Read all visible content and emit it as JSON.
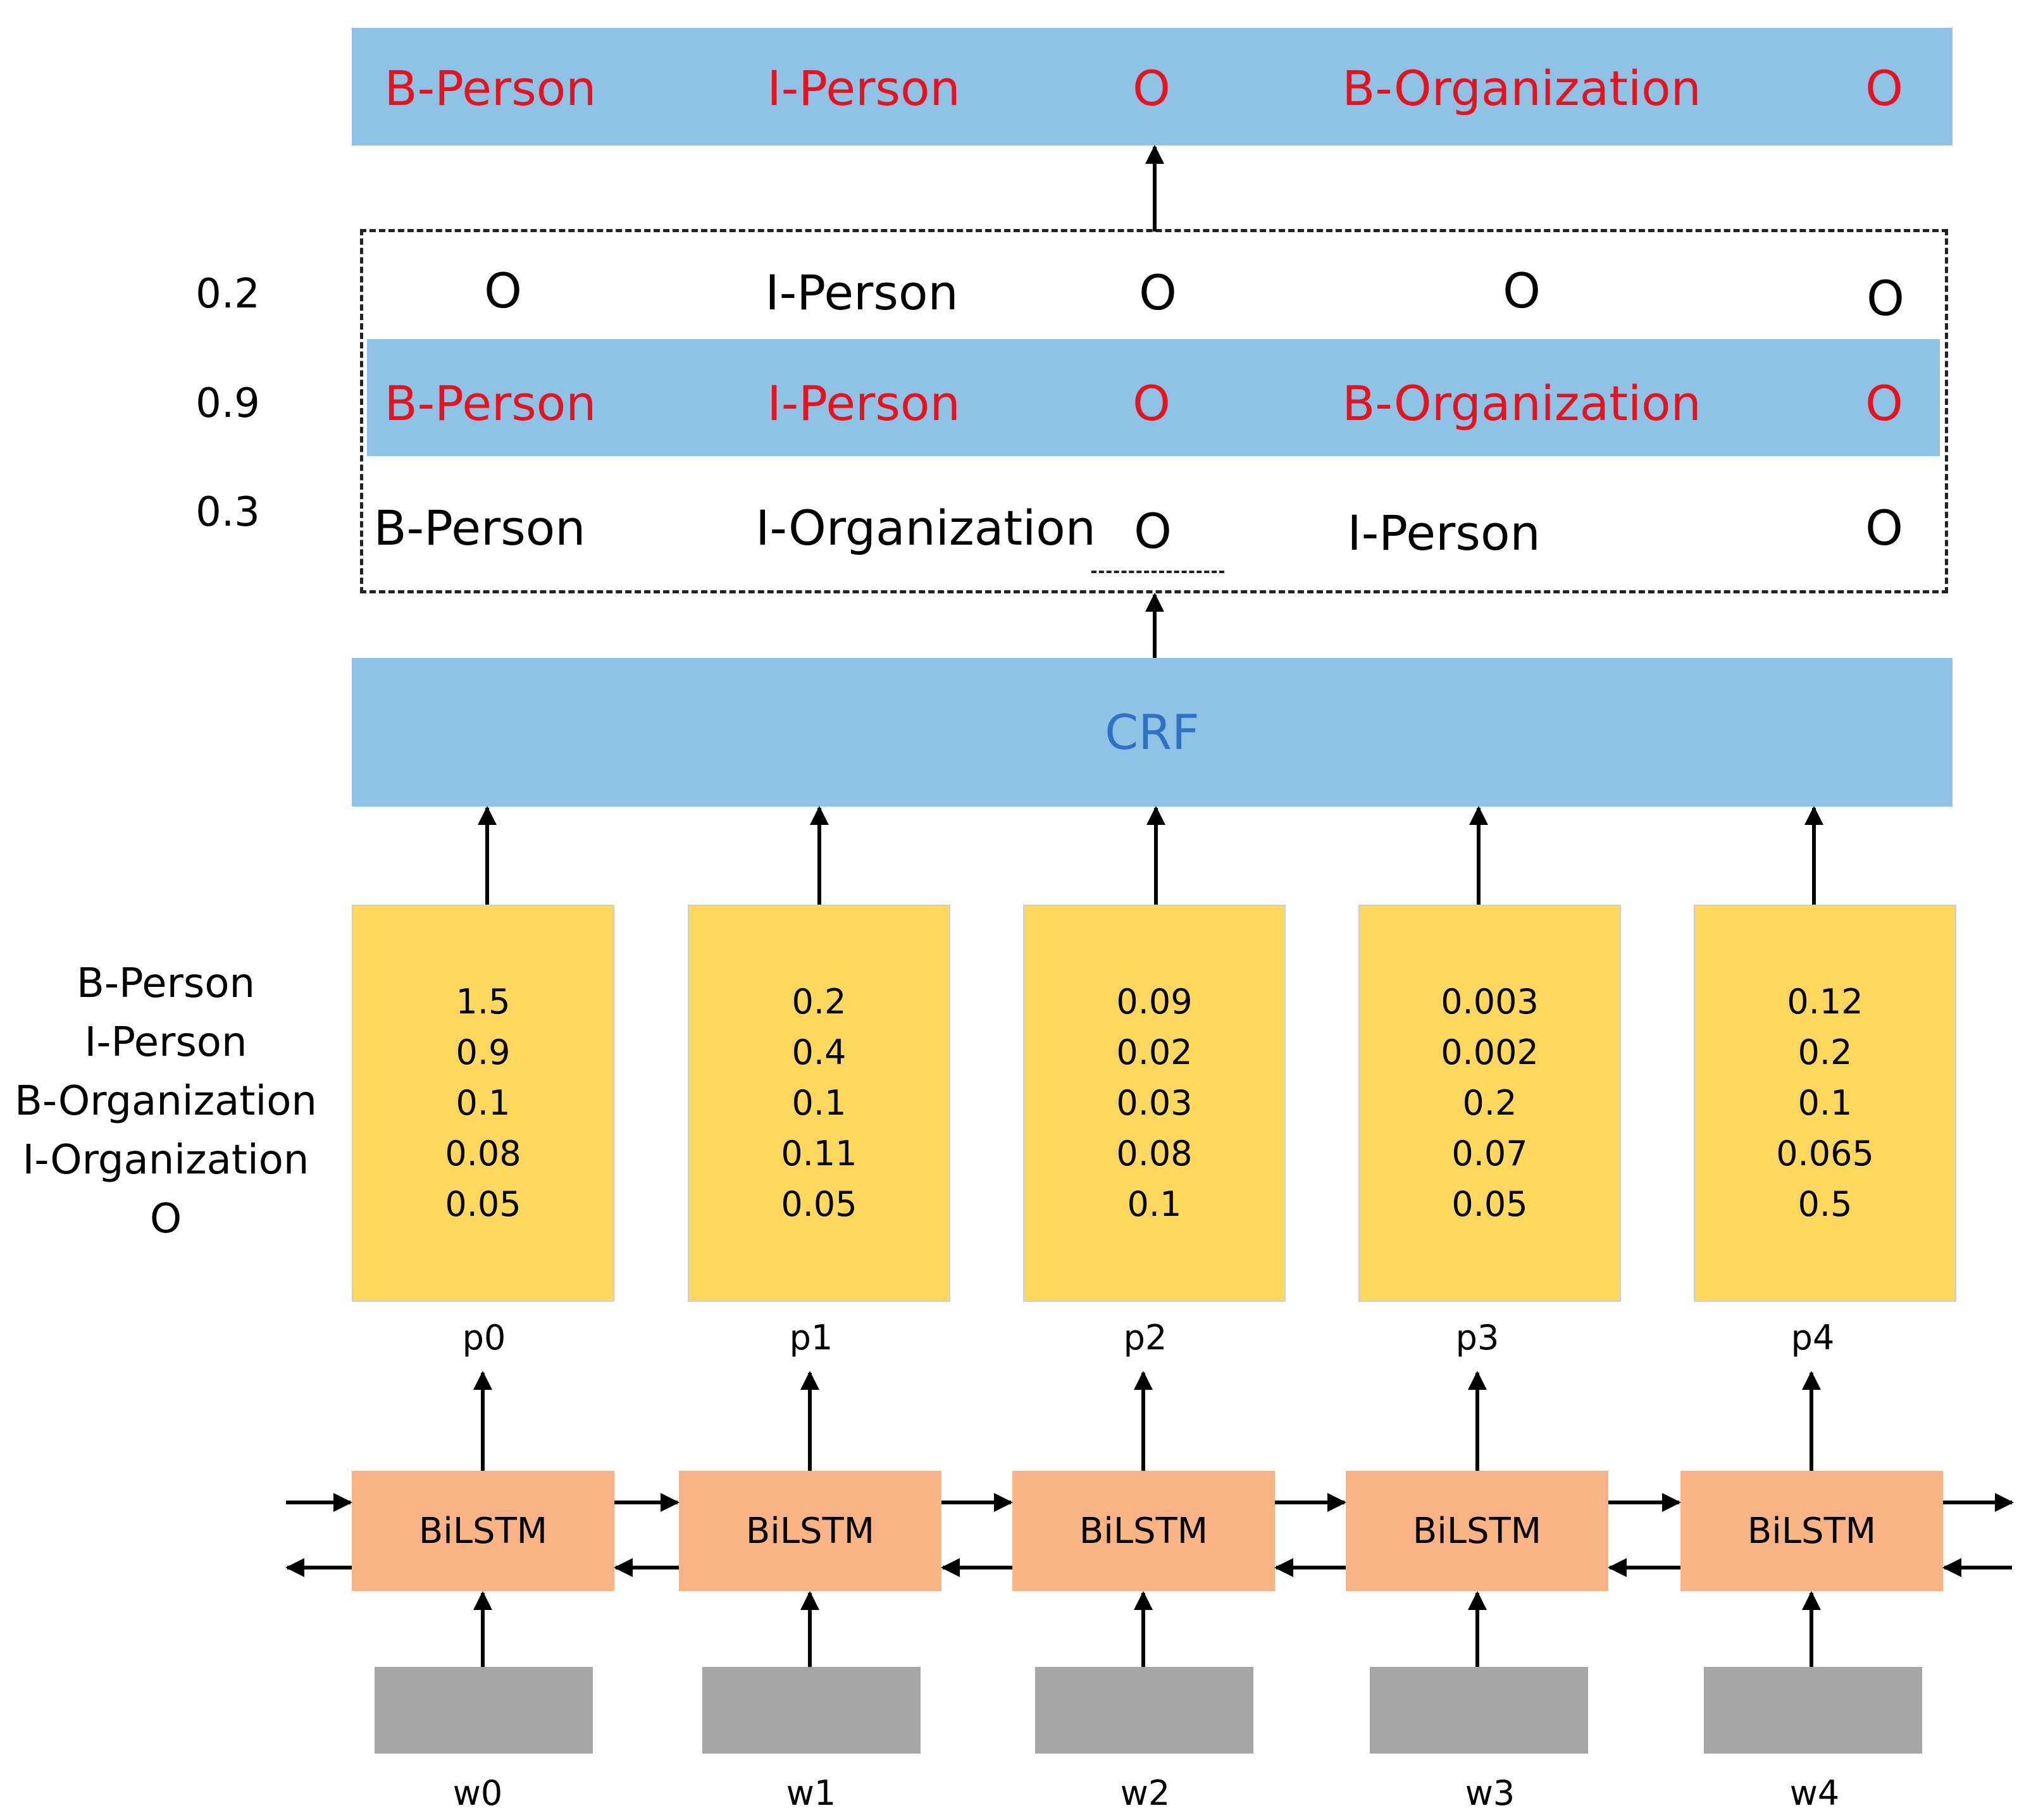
{
  "output_tags": [
    "B-Person",
    "I-Person",
    "O",
    "B-Organization",
    "O"
  ],
  "paths": [
    {
      "score": "0.2",
      "tags": [
        "O",
        "I-Person",
        "O",
        "O",
        "O"
      ]
    },
    {
      "score": "0.9",
      "tags": [
        "B-Person",
        "I-Person",
        "O",
        "B-Organization",
        "O"
      ]
    },
    {
      "score": "0.3",
      "tags": [
        "B-Person",
        "I-Organization",
        "O",
        "I-Person",
        "O"
      ]
    }
  ],
  "crf_label": "CRF",
  "tag_legend": [
    "B-Person",
    "I-Person",
    "B-Organization",
    "I-Organization",
    "O"
  ],
  "emissions": [
    {
      "label": "p0",
      "values": [
        "1.5",
        "0.9",
        "0.1",
        "0.08",
        "0.05"
      ]
    },
    {
      "label": "p1",
      "values": [
        "0.2",
        "0.4",
        "0.1",
        "0.11",
        "0.05"
      ]
    },
    {
      "label": "p2",
      "values": [
        "0.09",
        "0.02",
        "0.03",
        "0.08",
        "0.1"
      ]
    },
    {
      "label": "p3",
      "values": [
        "0.003",
        "0.002",
        "0.2",
        "0.07",
        "0.05"
      ]
    },
    {
      "label": "p4",
      "values": [
        "0.12",
        "0.2",
        "0.1",
        "0.065",
        "0.5"
      ]
    }
  ],
  "bilstm_label": "BiLSTM",
  "words": [
    "w0",
    "w1",
    "w2",
    "w3",
    "w4"
  ],
  "colors": {
    "tag_bar": "#8ec3e6",
    "highlight_text": "#e8121e",
    "crf_text": "#2f72c3",
    "emission_box": "#fdd85c",
    "bilstm_box": "#f9b384",
    "word_box": "#a6a6a6"
  }
}
